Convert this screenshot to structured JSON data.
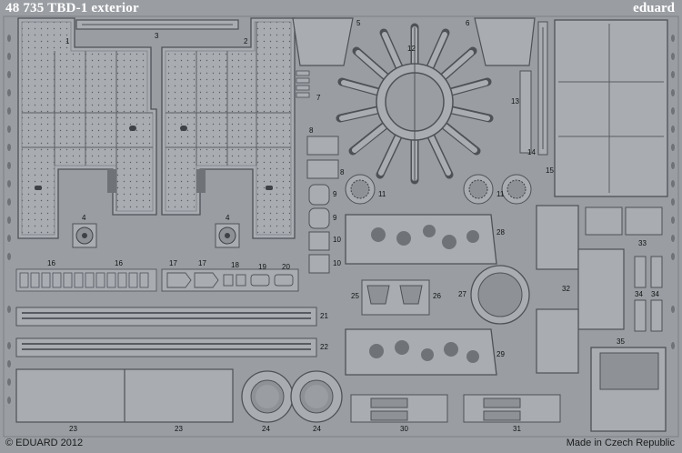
{
  "header": {
    "title": "48 735 TBD-1 exterior",
    "brand": "eduard"
  },
  "footer": {
    "copyright": "© EDUARD 2012",
    "origin": "Made in Czech Republic"
  },
  "part_numbers": {
    "p1": "1",
    "p2": "2",
    "p3": "3",
    "p4a": "4",
    "p4b": "4",
    "p5": "5",
    "p6": "6",
    "p7": "7",
    "p8a": "8",
    "p8b": "8",
    "p9a": "9",
    "p9b": "9",
    "p10a": "10",
    "p10b": "10",
    "p11a": "11",
    "p11b": "11",
    "p12": "12",
    "p13": "13",
    "p14": "14",
    "p15": "15",
    "p16a": "16",
    "p16b": "16",
    "p17a": "17",
    "p17b": "17",
    "p18": "18",
    "p19": "19",
    "p20": "20",
    "p21": "21",
    "p22": "22",
    "p23a": "23",
    "p23b": "23",
    "p24a": "24",
    "p24b": "24",
    "p25": "25",
    "p26": "26",
    "p27": "27",
    "p28": "28",
    "p29": "29",
    "p30": "30",
    "p31": "31",
    "p32": "32",
    "p33": "33",
    "p34a": "34",
    "p34b": "34",
    "p35": "35"
  },
  "colors": {
    "fret": "#9a9ea3",
    "part": "#a9adb2",
    "edge": "#4e5257",
    "dark": "#3e4247",
    "hole": "#6f7378"
  }
}
